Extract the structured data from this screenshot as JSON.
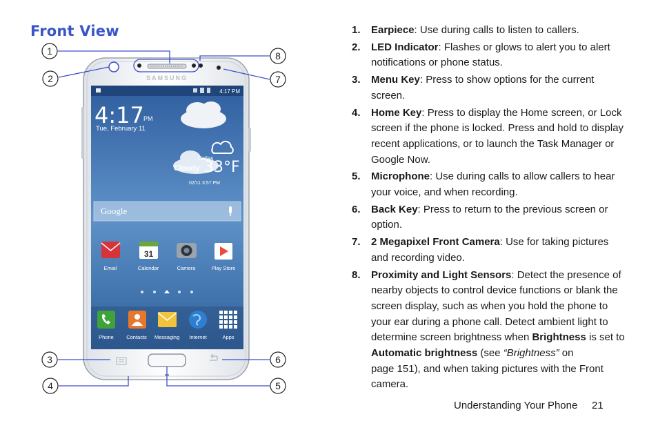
{
  "title": "Front View",
  "callouts": [
    "1",
    "2",
    "3",
    "4",
    "5",
    "6",
    "7",
    "8"
  ],
  "phone": {
    "brand": "SAMSUNG",
    "status_time": "4:17 PM",
    "clock": "4:17",
    "clock_ampm": "PM",
    "date": "Tue, February 11",
    "weather_city": "Dallas",
    "weather_cond": "Cloudy",
    "weather_temp": "33°F",
    "weather_updated": "02/11 3:57 PM",
    "search_label": "Google",
    "apps_row1": [
      {
        "label": "Email",
        "icon": "email-icon"
      },
      {
        "label": "Calendar",
        "icon": "calendar-icon",
        "badge": "31"
      },
      {
        "label": "Camera",
        "icon": "camera-icon"
      },
      {
        "label": "Play Store",
        "icon": "play-store-icon"
      }
    ],
    "apps_row2": [
      {
        "label": "Phone",
        "icon": "phone-icon"
      },
      {
        "label": "Contacts",
        "icon": "contacts-icon"
      },
      {
        "label": "Messaging",
        "icon": "messaging-icon"
      },
      {
        "label": "Internet",
        "icon": "internet-icon"
      },
      {
        "label": "Apps",
        "icon": "apps-icon"
      }
    ]
  },
  "items": [
    {
      "num": "1.",
      "term": "Earpiece",
      "text": ": Use during calls to listen to callers."
    },
    {
      "num": "2.",
      "term": "LED Indicator",
      "text": ": Flashes or glows to alert you to alert notifications or phone status."
    },
    {
      "num": "3.",
      "term": "Menu Key",
      "text": ": Press to show options for the current screen."
    },
    {
      "num": "4.",
      "term": "Home Key",
      "text": ": Press to display the Home screen, or Lock screen if the phone is locked. Press and hold to display recent applications, or to launch the Task Manager or Google Now."
    },
    {
      "num": "5.",
      "term": "Microphone",
      "text": ": Use during calls to allow callers to hear your voice, and when recording."
    },
    {
      "num": "6.",
      "term": "Back Key",
      "text": ": Press to return to the previous screen or option."
    },
    {
      "num": "7.",
      "term": "2 Megapixel Front Camera",
      "text": ": Use for taking pictures and recording video."
    }
  ],
  "item8": {
    "num": "8.",
    "term": "Proximity and Light Sensors",
    "text1": ": Detect the presence of nearby objects to control device functions or blank the screen display, such as when you hold the phone to your ear during a phone call. Detect ambient light to determine screen brightness when ",
    "term2": "Brightness",
    "text2": " is set to ",
    "term3": "Automatic brightness",
    "text3": " (see ",
    "ref": "“Brightness”",
    "text4": " on",
    "text5": "page 151), and when taking pictures with the Front camera."
  },
  "footer": {
    "label": "Understanding Your Phone",
    "page": "21"
  }
}
